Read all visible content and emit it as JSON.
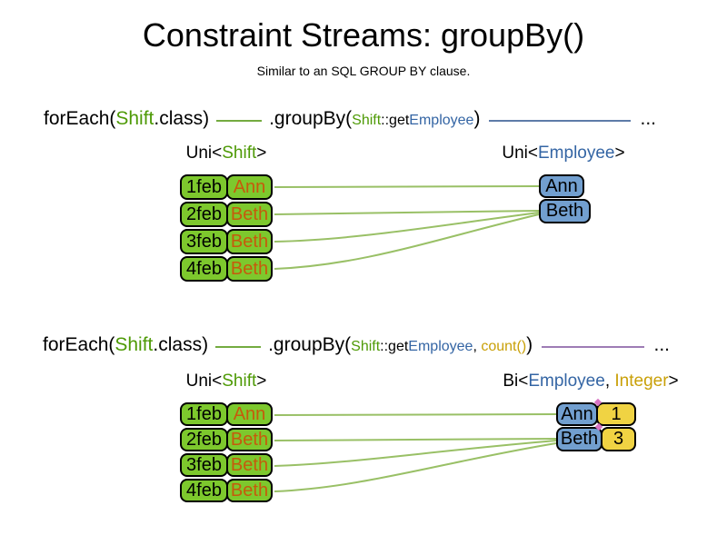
{
  "title": "Constraint Streams: groupBy()",
  "subtitle": "Similar to an SQL GROUP BY clause.",
  "colors": {
    "shift_green": "#4E9A06",
    "employee_blue": "#3465A4",
    "integer_gold": "#C9A008",
    "orange_text": "#C65A0C",
    "box_green": "#7DC82D",
    "box_blue": "#729FCF",
    "box_yellow": "#F0D343",
    "connector_green": "#99C066",
    "code_line_green": "#74AB40",
    "code_line_blue": "#5D7BA8",
    "code_line_purple": "#9E7CB5",
    "diamond_pink": "#D874C4"
  },
  "code1": {
    "foreach_open": "forEach(",
    "shift": "Shift",
    "class_close": ".class)",
    "groupby_open": ".groupBy(",
    "param_shift": "Shift",
    "param_getter": "::get",
    "param_employee": "Employee",
    "close_paren": ")",
    "ellipsis": "..."
  },
  "code2": {
    "foreach_open": "forEach(",
    "shift": "Shift",
    "class_close": ".class)",
    "groupby_open": ".groupBy(",
    "param_shift": "Shift",
    "param_getter": "::get",
    "param_employee": "Employee",
    "param_comma": ", ",
    "param_count": "count()",
    "close_paren": ")",
    "ellipsis": "..."
  },
  "diagram1": {
    "left_label": {
      "prefix": "Uni<",
      "type": "Shift",
      "suffix": ">"
    },
    "right_label": {
      "prefix": "Uni<",
      "type": "Employee",
      "suffix": ">"
    },
    "rows": [
      {
        "date": "1feb",
        "employee": "Ann"
      },
      {
        "date": "2feb",
        "employee": "Beth"
      },
      {
        "date": "3feb",
        "employee": "Beth"
      },
      {
        "date": "4feb",
        "employee": "Beth"
      }
    ],
    "groups": [
      {
        "name": "Ann"
      },
      {
        "name": "Beth"
      }
    ]
  },
  "diagram2": {
    "left_label": {
      "prefix": "Uni<",
      "type": "Shift",
      "suffix": ">"
    },
    "right_label": {
      "prefix": "Bi<",
      "type1": "Employee",
      "separator": ", ",
      "type2": "Integer",
      "suffix": ">"
    },
    "rows": [
      {
        "date": "1feb",
        "employee": "Ann"
      },
      {
        "date": "2feb",
        "employee": "Beth"
      },
      {
        "date": "3feb",
        "employee": "Beth"
      },
      {
        "date": "4feb",
        "employee": "Beth"
      }
    ],
    "groups": [
      {
        "name": "Ann",
        "count": "1"
      },
      {
        "name": "Beth",
        "count": "3"
      }
    ]
  }
}
